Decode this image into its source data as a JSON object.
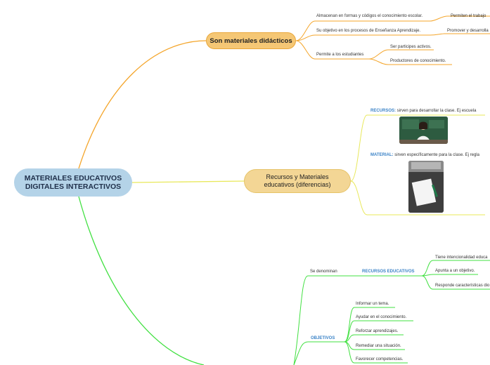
{
  "root": {
    "line1": "MATERIALES EDUCATIVOS",
    "line2": "DIGITALES INTERACTIVOS"
  },
  "branch_didacticos": {
    "title": "Son materiales didácticos",
    "items": [
      "Almacenan en formas y códigos el conocimiento escolar.",
      "Su objetivo en los procesos de Enseñanza Aprendizaje.",
      "Permite a los estudiantes"
    ],
    "right_items": [
      "Permiten el trabajo",
      "Promover y desarrolla"
    ],
    "students": [
      "Ser participes activos.",
      "Productores de conocimiento."
    ]
  },
  "branch_diferencias": {
    "line1": "Recursos y Materiales",
    "line2": "educativos   (diferencias)",
    "recursos_key": "RECURSOS:",
    "recursos_text": " sirven para desarrollar la clase. Ej escuela",
    "material_key": "MATERIAL:",
    "material_text": " sirven específicamente para la clase. Ej regla"
  },
  "branch_green": {
    "se_denominan": "Se denominan",
    "recursos_edu": "RECURSOS EDUCATIVOS",
    "rec_items": [
      "Tiene intencionalidad educa",
      "Apunta a un objetivo.",
      "Responde características dio"
    ],
    "objetivos": "OBJETIVOS",
    "obj_items": [
      "Informar un tema.",
      "Ayudar en el conocimiento.",
      "Reforzar aprendizajes.",
      "Remediar una situación.",
      "Favorecer competencias."
    ]
  },
  "colors": {
    "orange": "#f4a52a",
    "yellow": "#e8e85a",
    "green": "#41e041",
    "root_fill": "#b4d3e8"
  }
}
